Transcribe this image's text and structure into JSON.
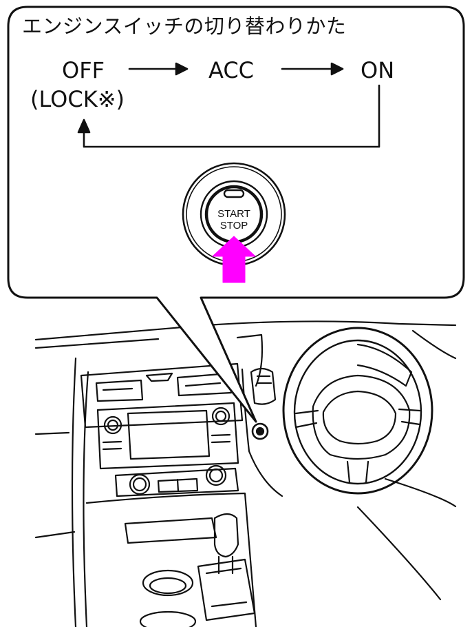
{
  "title": "エンジンスイッチの切り替わりかた",
  "states": {
    "off": "OFF",
    "off_lock": "(LOCK※)",
    "acc": "ACC",
    "on": "ON"
  },
  "button": {
    "line1": "START",
    "line2": "STOP"
  },
  "colors": {
    "line": "#111111",
    "press_arrow": "#ff00ff",
    "background": "#ffffff"
  }
}
